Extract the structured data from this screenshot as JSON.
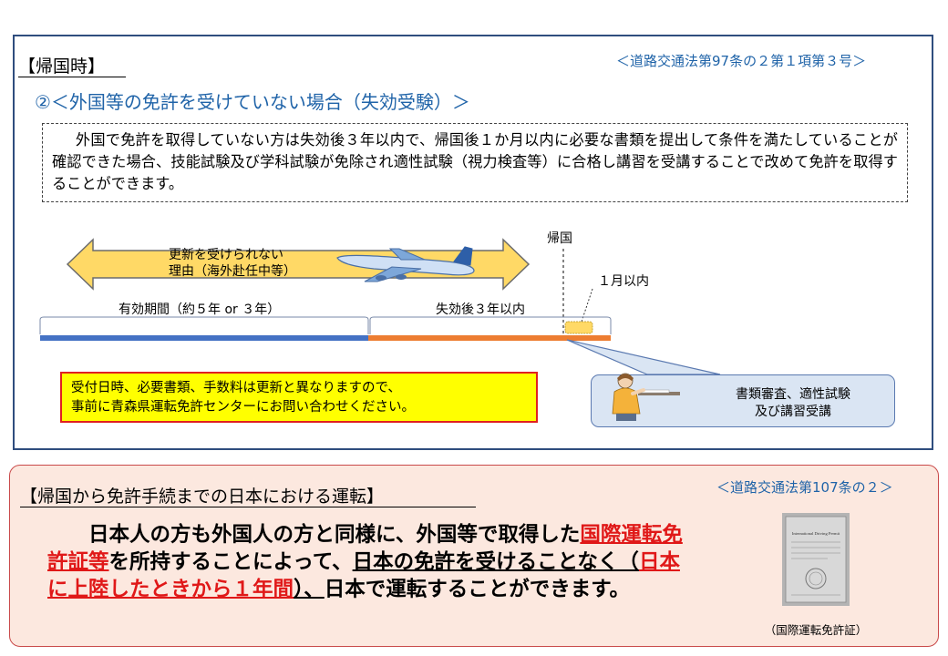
{
  "top": {
    "heading": "【帰国時】",
    "reference": "＜道路交通法第97条の２第１項第３号＞",
    "subtitle": "②＜外国等の免許を受けていない場合（失効受験）＞",
    "description": "外国で免許を取得していない方は失効後３年以内で、帰国後１か月以内に必要な書類を提出して条件を満たしていることが確認できた場合、技能試験及び学科試験が免除され適性試験（視力検査等）に合格し講習を受講することで改めて免許を取得することができます。"
  },
  "diagram": {
    "arrow_text_line1": "更新を受けられない",
    "arrow_text_line2": "理由（海外赴任中等）",
    "return_label": "帰国",
    "one_month_label": "１月以内",
    "valid_period_label": "有効期間（約５年 or ３年）",
    "expired_label": "失効後３年以内",
    "colors": {
      "valid_bar": "#4472c4",
      "expired_bar": "#ed7d31",
      "arrow_fill": "#ffd966",
      "arrow_stroke": "#6b6b6b"
    }
  },
  "notice": {
    "line1": "受付日時、必要書類、手数料は更新と異なりますので、",
    "line2": "事前に青森県運転免許センターにお問い合わせください。"
  },
  "service": {
    "line1": "書類審査、適性試験",
    "line2": "及び講習受講"
  },
  "bottom": {
    "heading": "【帰国から免許手続までの日本における運転】",
    "reference": "＜道路交通法第107条の２＞",
    "text_1": "日本人の方も外国人の方と同様に、外国等で取得した",
    "text_red_1": "国際運転免許証等",
    "text_2": "を所持することによって、",
    "text_3": "日本の免許",
    "text_4": "を受けることなく（",
    "text_red_2": "日本に上陸したときから１年間",
    "text_5": "）、",
    "text_6": "日本で運転することができます。",
    "permit_title": "International Driving Permit",
    "caption": "（国際運転免許証）"
  }
}
